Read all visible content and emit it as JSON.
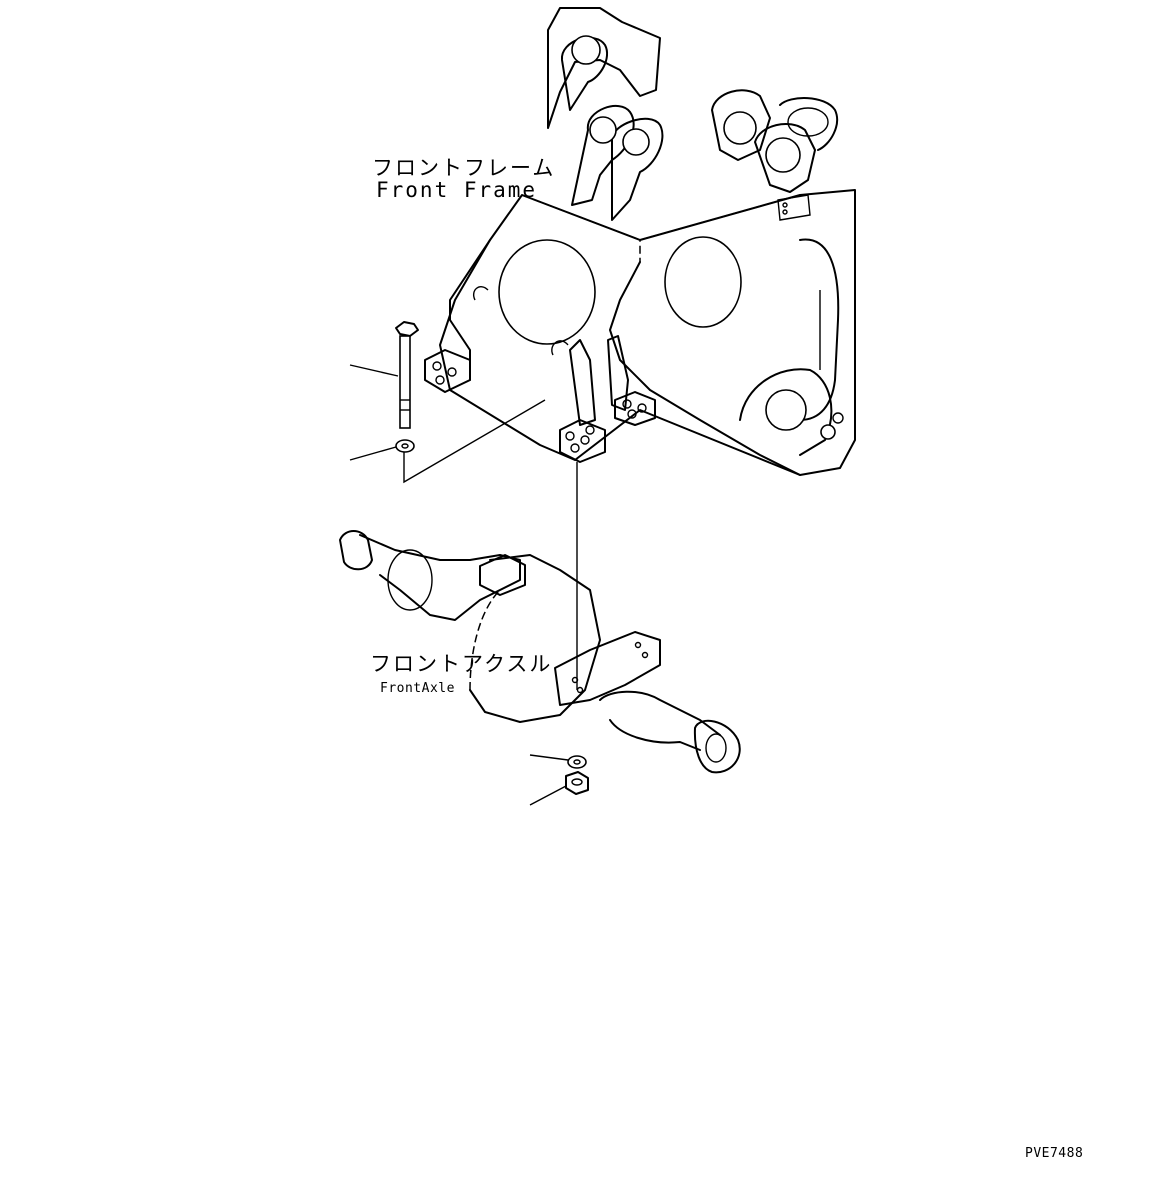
{
  "labels": {
    "front_frame_jp": "フロントフレーム",
    "front_frame_en": "Front Frame",
    "front_axle_jp": "フロントアクスル",
    "front_axle_en": "FrontAxle",
    "drawing_code": "PVE7488"
  },
  "icons": {
    "bolt": "bolt-icon",
    "washer": "washer-icon",
    "nut": "nut-icon"
  }
}
